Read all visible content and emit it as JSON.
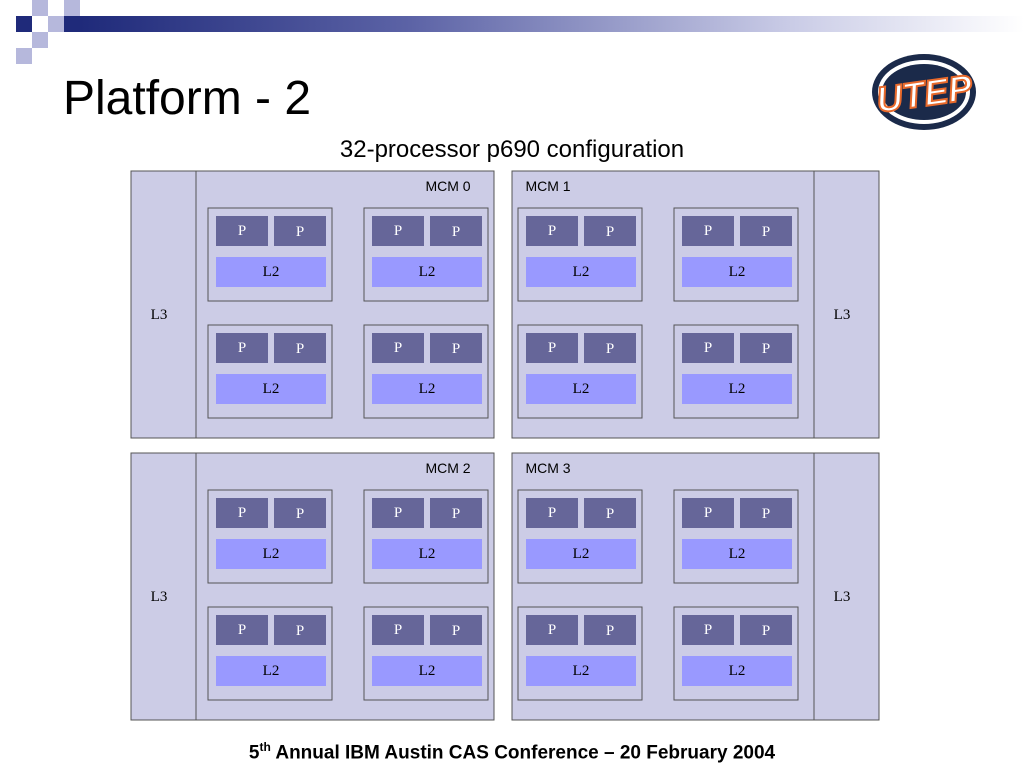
{
  "slide": {
    "title": "Platform - 2",
    "subtitle": "32-processor p690 configuration",
    "footer_ordinal": "5",
    "footer_sup": "th",
    "footer_rest": " Annual IBM Austin CAS Conference – 20 February 2004"
  },
  "logo": {
    "text": "UTEP",
    "icon": "utep-logo",
    "colors": {
      "navy": "#1b2a4a",
      "orange": "#e8692b",
      "white": "#ffffff"
    }
  },
  "diagram": {
    "colors": {
      "panel_fill": "#cccce6",
      "panel_stroke": "#555555",
      "processor_fill": "#666699",
      "l2_fill": "#9999ff",
      "text": "#000000",
      "processor_text": "#ffffff"
    },
    "labels": {
      "processor": "P",
      "l2": "L2",
      "l3": "L3"
    },
    "mcms": [
      {
        "label": "MCM 0"
      },
      {
        "label": "MCM 1"
      },
      {
        "label": "MCM 2"
      },
      {
        "label": "MCM 3"
      }
    ]
  }
}
